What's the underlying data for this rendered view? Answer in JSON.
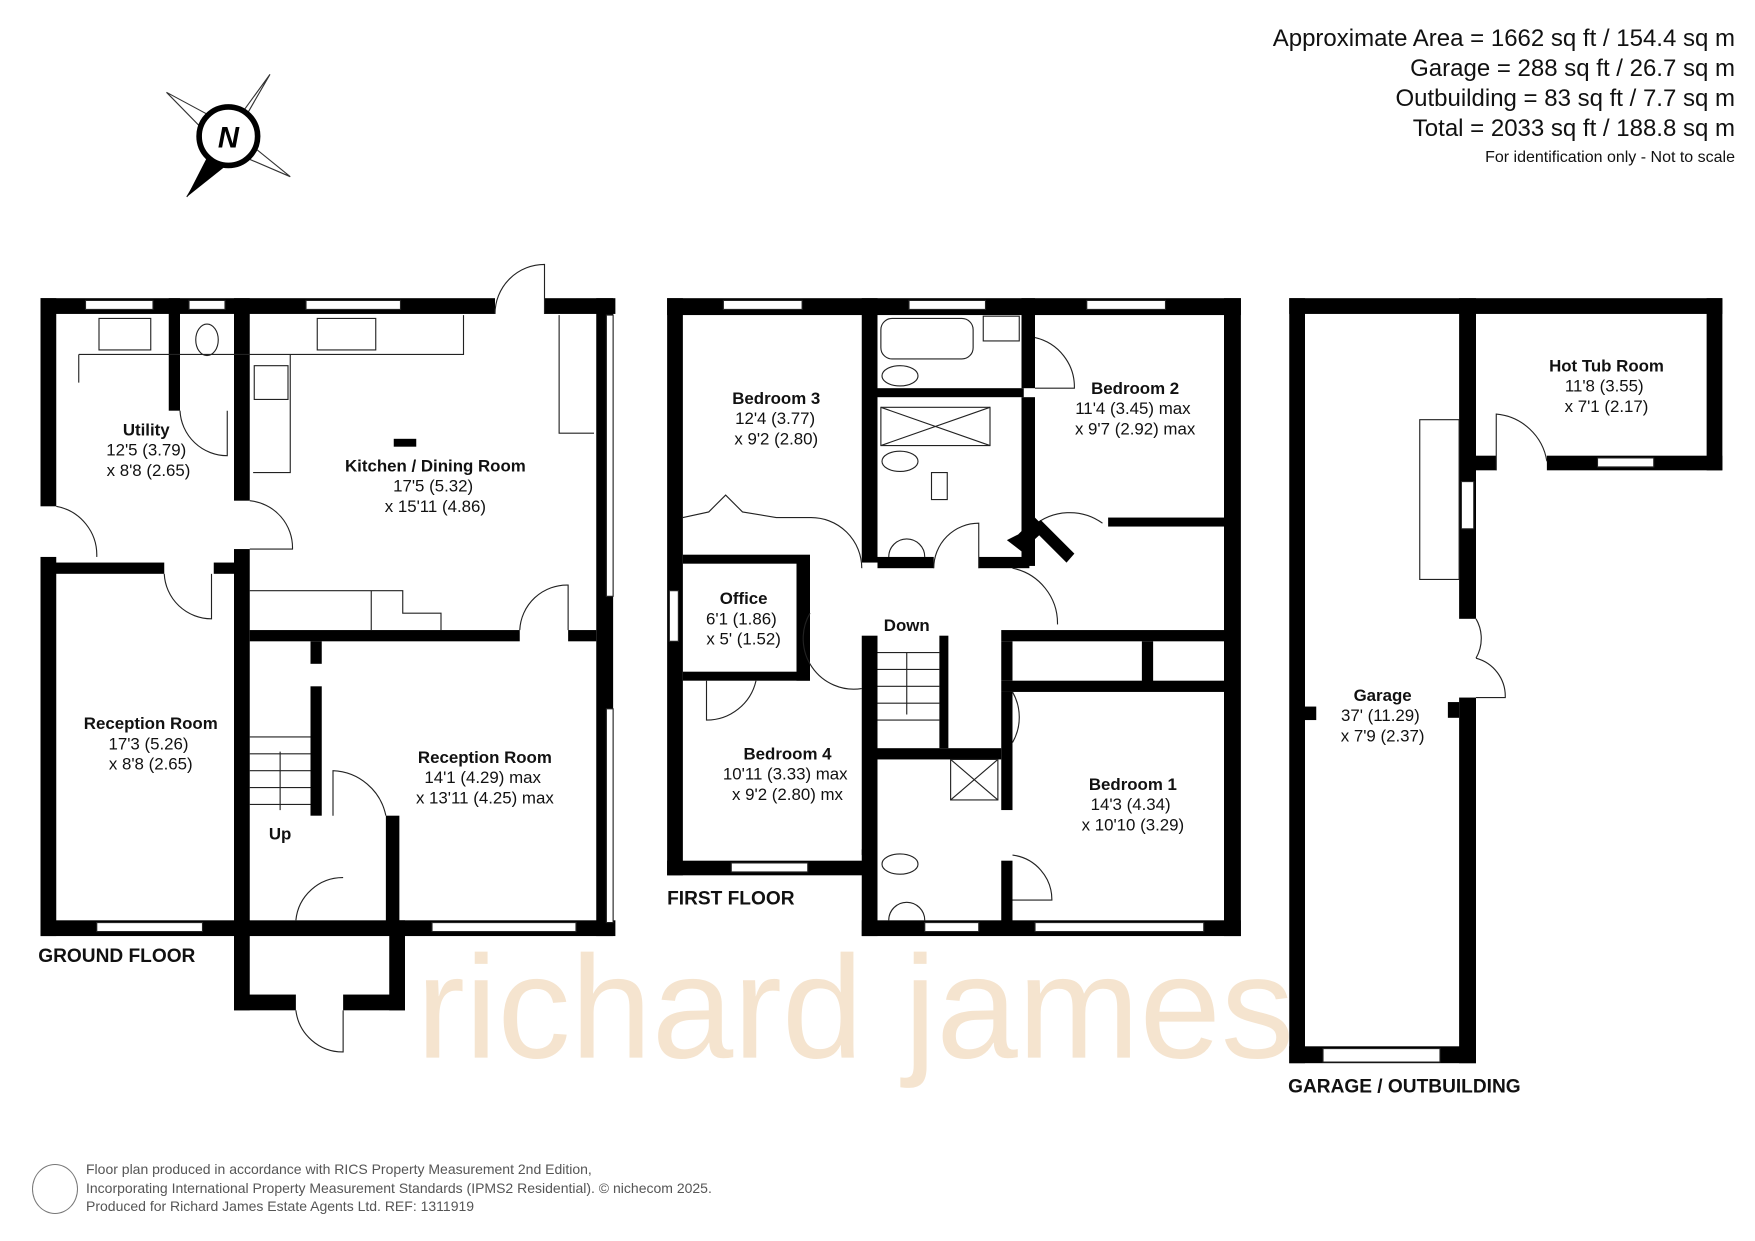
{
  "areas": {
    "approximate": "Approximate Area = 1662 sq ft / 154.4 sq m",
    "garage": "Garage = 288 sq ft / 26.7 sq m",
    "outbuilding": "Outbuilding = 83 sq ft / 7.7 sq m",
    "total": "Total = 2033 sq ft / 188.8 sq m",
    "note": "For identification only - Not to scale"
  },
  "compass": {
    "letter": "N"
  },
  "watermark": "richard james",
  "floors": {
    "ground": "GROUND FLOOR",
    "first": "FIRST FLOOR",
    "garage": "GARAGE / OUTBUILDING"
  },
  "rooms": {
    "utility": {
      "name": "Utility",
      "dim1": "12'5 (3.79)",
      "dim2": "x 8'8 (2.65)"
    },
    "kitchen": {
      "name": "Kitchen / Dining Room",
      "dim1": "17'5 (5.32)",
      "dim2": "x 15'11 (4.86)"
    },
    "reception1": {
      "name": "Reception Room",
      "dim1": "17'3 (5.26)",
      "dim2": "x 8'8 (2.65)"
    },
    "reception2": {
      "name": "Reception Room",
      "dim1": "14'1 (4.29) max",
      "dim2": "x 13'11 (4.25) max"
    },
    "bedroom3": {
      "name": "Bedroom 3",
      "dim1": "12'4 (3.77)",
      "dim2": "x 9'2 (2.80)"
    },
    "bedroom2": {
      "name": "Bedroom 2",
      "dim1": "11'4 (3.45) max",
      "dim2": "x 9'7 (2.92) max"
    },
    "office": {
      "name": "Office",
      "dim1": "6'1 (1.86)",
      "dim2": "x 5' (1.52)"
    },
    "bedroom4": {
      "name": "Bedroom 4",
      "dim1": "10'11 (3.33) max",
      "dim2": "x 9'2 (2.80) mx"
    },
    "bedroom1": {
      "name": "Bedroom 1",
      "dim1": "14'3 (4.34)",
      "dim2": "x 10'10 (3.29)"
    },
    "hottub": {
      "name": "Hot Tub Room",
      "dim1": "11'8 (3.55)",
      "dim2": "x 7'1 (2.17)"
    },
    "garage": {
      "name": "Garage",
      "dim1": "37' (11.29)",
      "dim2": "x 7'9 (2.37)"
    }
  },
  "stairs": {
    "up": "Up",
    "down": "Down"
  },
  "footer": {
    "line1": "Floor plan produced in accordance with RICS Property Measurement 2nd Edition,",
    "line2": "Incorporating International Property Measurement Standards (IPMS2 Residential).   © nichecom 2025.",
    "line3": "Produced for Richard James Estate Agents Ltd.   REF: 1311919"
  }
}
